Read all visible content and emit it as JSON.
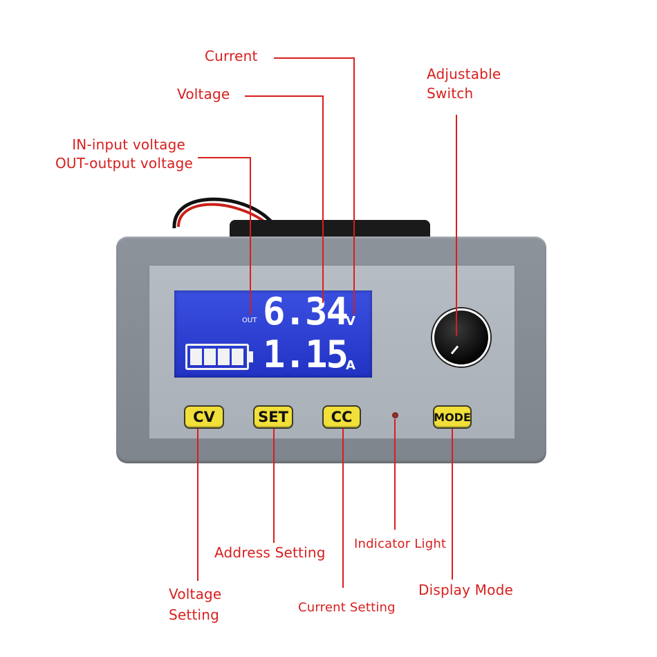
{
  "labels": {
    "current": "Current",
    "voltage": "Voltage",
    "adjustable_switch_line1": "Adjustable",
    "adjustable_switch_line2": "Switch",
    "in_out_line1": "IN-input voltage",
    "in_out_line2": "OUT-output voltage",
    "address_setting": "Address Setting",
    "indicator_light": "Indicator Light",
    "voltage_setting_line1": "Voltage",
    "voltage_setting_line2": "Setting",
    "current_setting": "Current Setting",
    "display_mode": "Display Mode"
  },
  "lcd": {
    "mode_label": "OUT",
    "voltage_value": "6.34",
    "voltage_unit": "V",
    "current_value": "1.15",
    "current_unit": "A",
    "battery_level": 4
  },
  "buttons": {
    "cv": "CV",
    "set": "SET",
    "cc": "CC",
    "mode": "MODE"
  },
  "colors": {
    "callout": "#d81e1e",
    "lcd_background": "#2e43d6",
    "button": "#f1df3a",
    "bezel": "#878d95"
  }
}
